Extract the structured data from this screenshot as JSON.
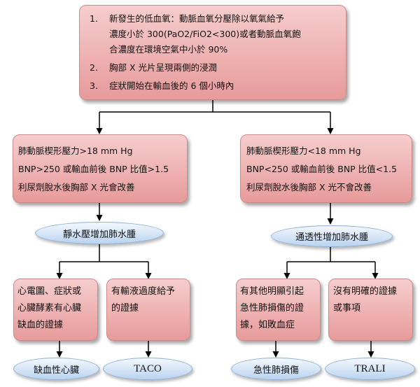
{
  "top_box": {
    "items": [
      {
        "num": "1.",
        "lines": [
          "新發生的低血氧：動脈血氧分壓除以氧氣給予",
          "濃度小於 300(PaO2/FiO2<300)或者動脈血氧飽",
          "合濃度在環境空氣中小於 90%"
        ]
      },
      {
        "num": "2.",
        "lines": [
          "胸部 X 光片呈現兩側的浸潤"
        ]
      },
      {
        "num": "3.",
        "lines": [
          "症狀開始在輸血後的 6 個小時內"
        ]
      }
    ]
  },
  "left_criteria": {
    "lines": [
      "肺動脈楔形壓力>18 mm Hg",
      "BNP>250 或輸血前後 BNP 比值>1.5",
      "利尿劑脫水後胸部 X 光會改善"
    ]
  },
  "right_criteria": {
    "lines": [
      "肺動脈楔形壓力<18 mm Hg",
      "BNP<250 或輸血前後 BNP 比值<1.5",
      "利尿劑脫水後胸部 X 光不會改善"
    ]
  },
  "left_category": "靜水壓增加肺水腫",
  "right_category": "通透性增加肺水腫",
  "leaf_boxes": {
    "ischemia": {
      "lines": [
        "心電圖、症狀或",
        "心臟酵素有心臟",
        "缺血的證據"
      ]
    },
    "overload": {
      "lines": [
        "有輸液過度給予",
        "的證據"
      ]
    },
    "lung_injury": {
      "lines": [
        "有其他明顯引起",
        "急性肺損傷的證",
        "據，如敗血症"
      ]
    },
    "no_clear": {
      "lines": [
        "沒有明確的證據",
        "或事項"
      ]
    }
  },
  "outcomes": {
    "ischemic_heart": "缺血性心臟",
    "taco": "TACO",
    "acute_lung_injury": "急性肺損傷",
    "trali": "TRALI"
  }
}
